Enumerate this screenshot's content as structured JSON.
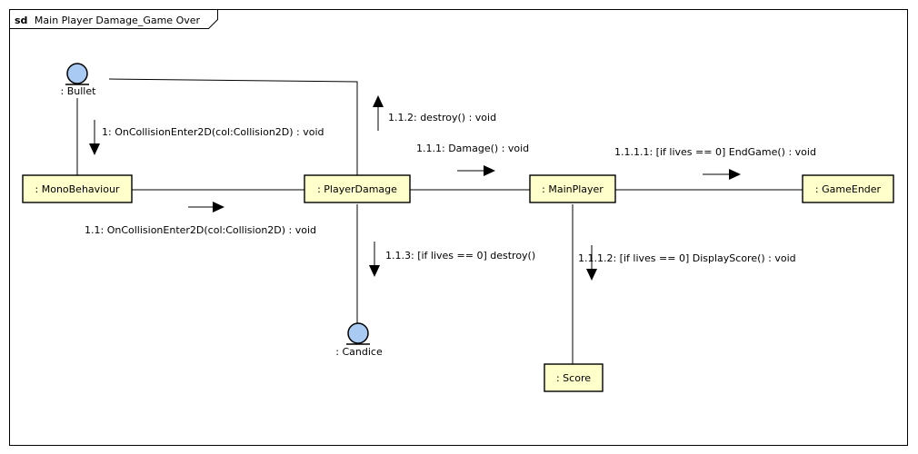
{
  "frame": {
    "keyword": "sd",
    "title": "Main Player Damage_Game Over"
  },
  "lifelines": {
    "bullet": ": Bullet",
    "candice": ": Candice",
    "monobehaviour": ": MonoBehaviour",
    "playerdamage": ": PlayerDamage",
    "mainplayer": ": MainPlayer",
    "gameender": ": GameEnder",
    "score": ": Score"
  },
  "messages": {
    "m1": "1: OnCollisionEnter2D(col:Collision2D) : void",
    "m1_1": "1.1: OnCollisionEnter2D(col:Collision2D) : void",
    "m1_1_1": "1.1.1: Damage() : void",
    "m1_1_2": "1.1.2: destroy() : void",
    "m1_1_3": "1.1.3: [if lives == 0] destroy()",
    "m1_1_1_1": "1.1.1.1: [if lives == 0] EndGame() : void",
    "m1_1_1_2": "1.1.1.2: [if lives == 0] DisplayScore() : void"
  },
  "colors": {
    "box_fill": "#ffffcc",
    "actor_fill": "#a9cbf3",
    "line": "#000000"
  }
}
